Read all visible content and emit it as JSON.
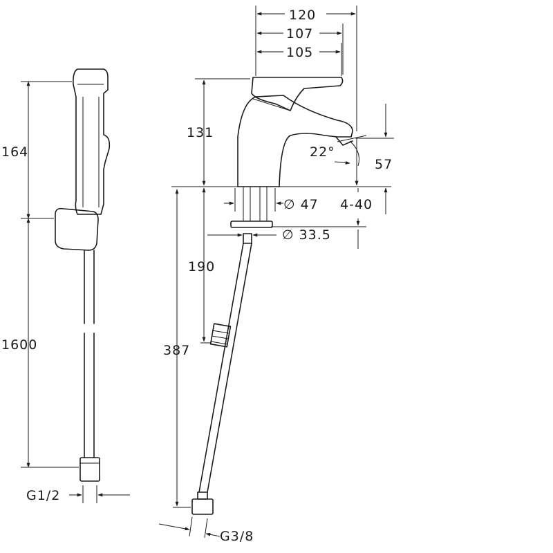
{
  "shower_set": {
    "dim_bracket_height": "164",
    "dim_hose_length": "1600",
    "thread_label": "G1/2"
  },
  "faucet": {
    "dim_width_total": "120",
    "dim_width_spout": "107",
    "dim_width_lever": "105",
    "dim_height_body": "131",
    "dim_angle": "22°",
    "dim_spout_height": "57",
    "dim_mount_diameter": "∅ 47",
    "dim_deck_range": "4-40",
    "dim_flange_diameter": "∅ 33.5",
    "dim_shank_length": "190",
    "dim_hose_length": "387",
    "thread_label": "G3/8"
  }
}
